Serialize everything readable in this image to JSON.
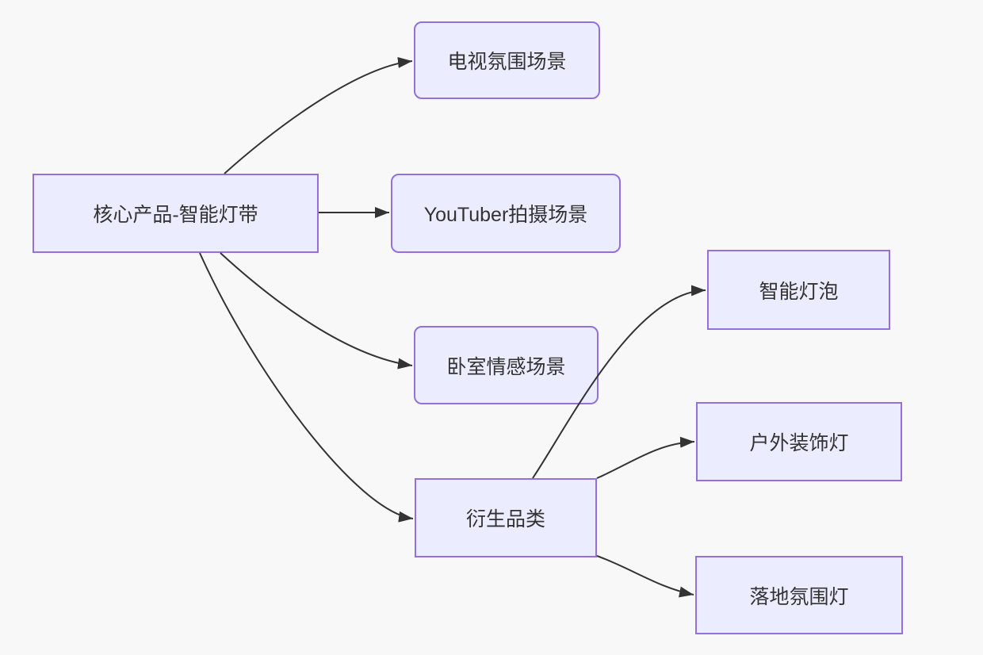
{
  "diagram": {
    "type": "flowchart-left-to-right",
    "colors": {
      "background": "#f8f8f8",
      "node_fill": "#ececff",
      "node_border": "#9370db",
      "edge": "#333333",
      "text": "#333333"
    },
    "nodes": [
      {
        "id": "core",
        "label": "核心产品-智能灯带",
        "shape": "rectangle"
      },
      {
        "id": "tv",
        "label": "电视氛围场景",
        "shape": "rounded"
      },
      {
        "id": "youtuber",
        "label": "YouTuber拍摄场景",
        "shape": "rounded"
      },
      {
        "id": "bedroom",
        "label": "卧室情感场景",
        "shape": "rounded"
      },
      {
        "id": "derivative",
        "label": "衍生品类",
        "shape": "rectangle"
      },
      {
        "id": "bulb",
        "label": "智能灯泡",
        "shape": "rectangle"
      },
      {
        "id": "outdoor",
        "label": "户外装饰灯",
        "shape": "rectangle"
      },
      {
        "id": "floor",
        "label": "落地氛围灯",
        "shape": "rectangle"
      }
    ],
    "edges": [
      {
        "from": "核心产品-智能灯带",
        "to": "电视氛围场景"
      },
      {
        "from": "核心产品-智能灯带",
        "to": "YouTuber拍摄场景"
      },
      {
        "from": "核心产品-智能灯带",
        "to": "卧室情感场景"
      },
      {
        "from": "核心产品-智能灯带",
        "to": "衍生品类"
      },
      {
        "from": "衍生品类",
        "to": "智能灯泡"
      },
      {
        "from": "衍生品类",
        "to": "户外装饰灯"
      },
      {
        "from": "衍生品类",
        "to": "落地氛围灯"
      }
    ]
  }
}
